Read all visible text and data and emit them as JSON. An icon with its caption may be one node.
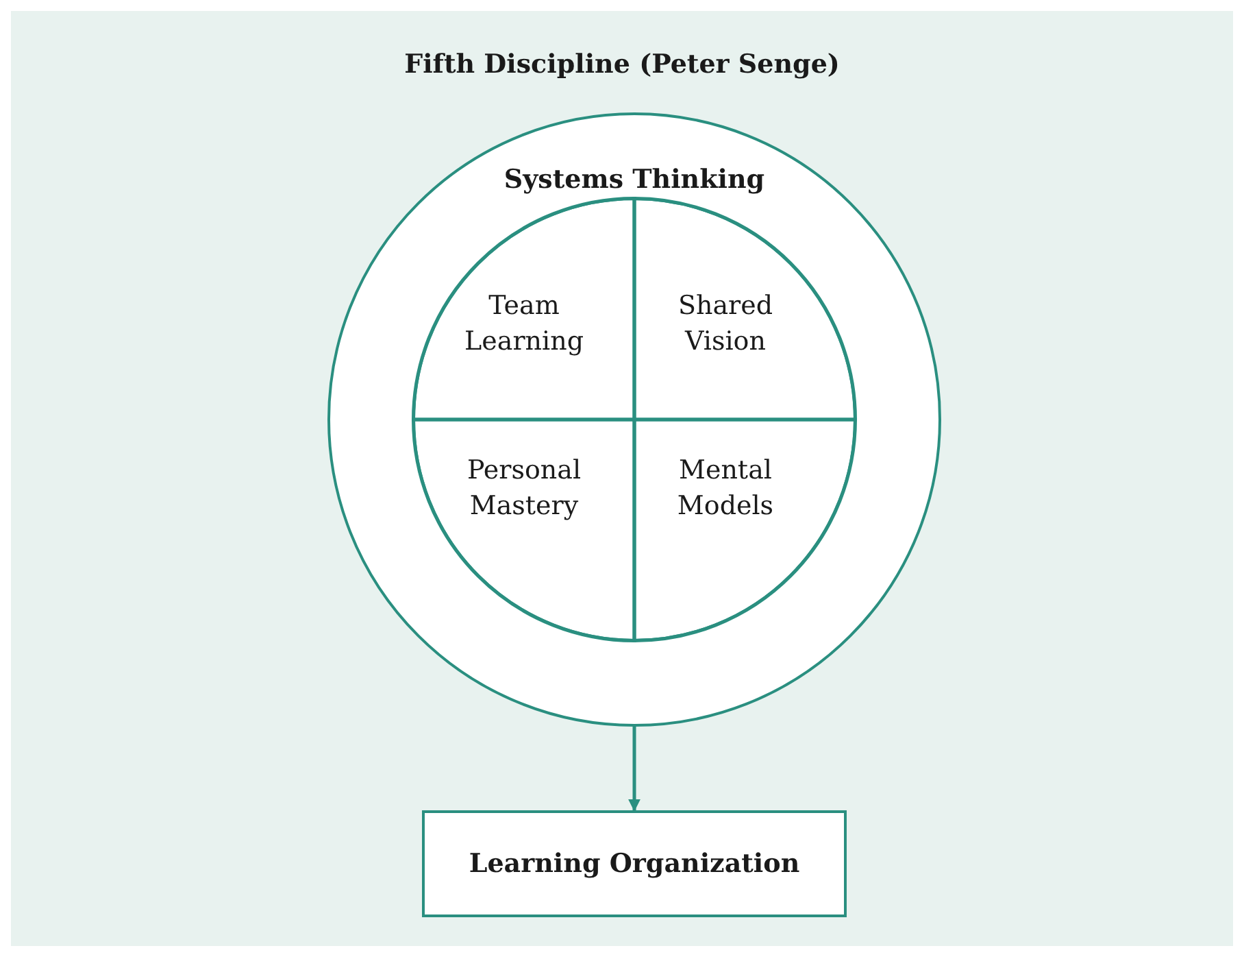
{
  "diagram": {
    "title": "Fifth Discipline (Peter Senge)",
    "nodes": [
      {
        "text": [
          "Systems Thinking"
        ]
      },
      {
        "text": [],
        "shape": "circle",
        "in": 0
      },
      {
        "text": [
          "Team Learning"
        ],
        "in": 1
      },
      {
        "text": [
          "Shared Vision"
        ],
        "in": 1
      },
      {
        "text": [
          "Personal Mastery"
        ],
        "in": 1
      },
      {
        "text": [
          "Mental Models"
        ],
        "in": 1
      },
      {
        "text": [
          "Learning Organization"
        ]
      }
    ],
    "edges": [
      {
        "from": 0,
        "to": 6,
        "arrow": "to"
      }
    ]
  }
}
